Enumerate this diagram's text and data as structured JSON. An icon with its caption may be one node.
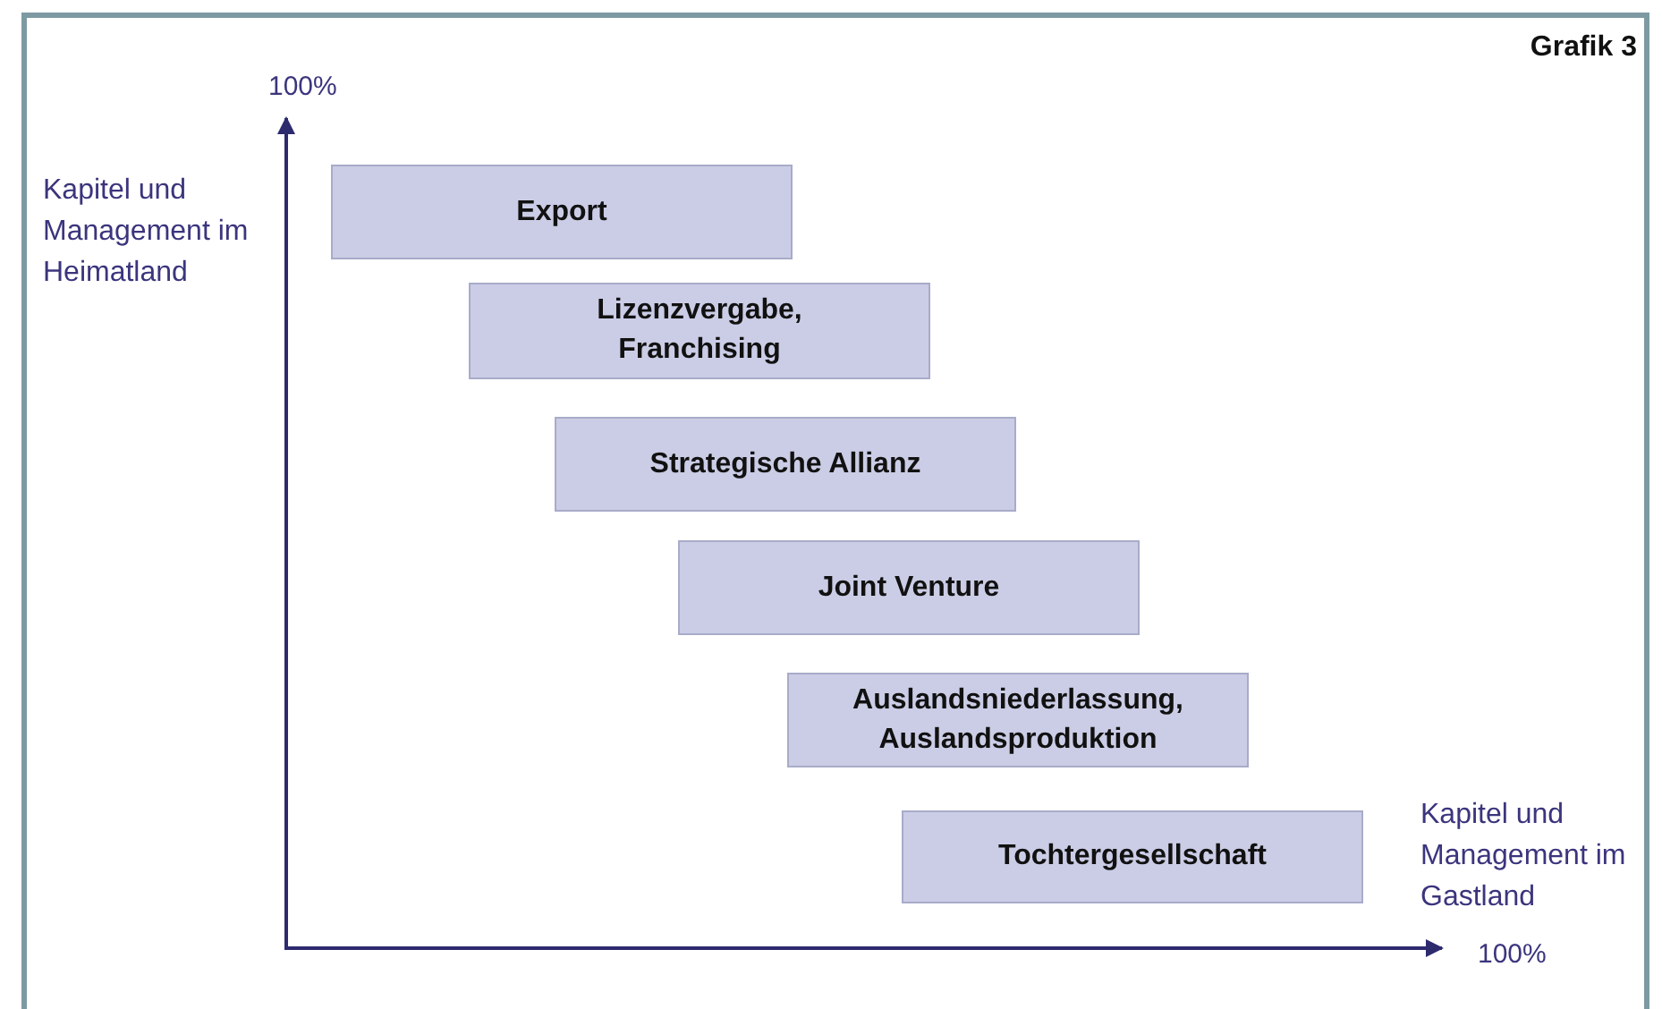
{
  "diagram": {
    "nodes": [
      {
        "text": [
          "Export"
        ]
      },
      {
        "text": [
          "Lizenzvergabe, Franchising"
        ]
      },
      {
        "text": [
          "Strategische Allianz"
        ]
      },
      {
        "text": [
          "Joint Venture"
        ]
      },
      {
        "text": [
          "Auslandsniederlassung, Auslandsproduktion"
        ]
      },
      {
        "text": [
          "Tochtergesellschaft"
        ]
      }
    ],
    "labels": [
      "Grafik 3",
      "100%",
      "Kapitel und Management im Heimatland",
      "Kapitel und Management im Gastland",
      "100%"
    ]
  }
}
